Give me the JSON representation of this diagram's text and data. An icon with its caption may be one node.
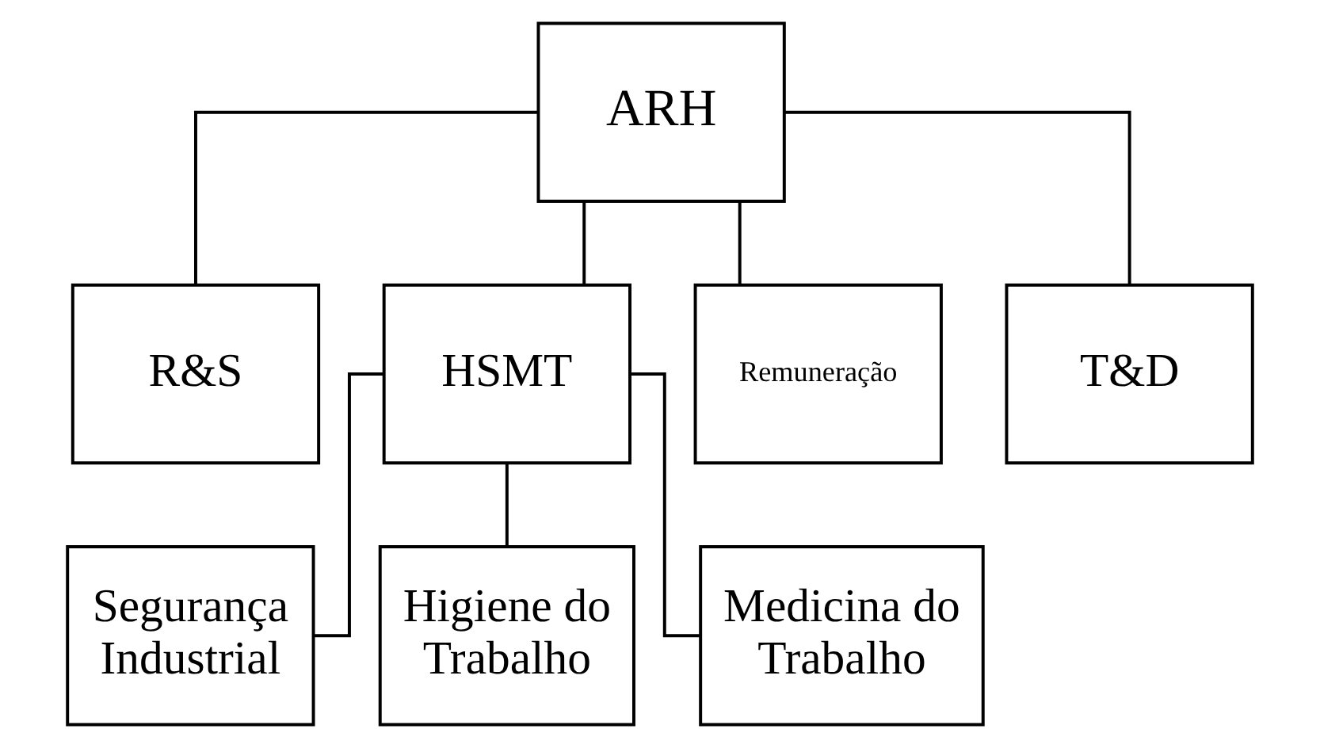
{
  "diagram": {
    "nodes": [
      {
        "text": [
          "ARH"
        ]
      },
      {
        "text": [
          "R&S"
        ]
      },
      {
        "text": [
          "HSMT"
        ]
      },
      {
        "text": [
          "Remuneração"
        ]
      },
      {
        "text": [
          "T&D"
        ]
      },
      {
        "text": [
          "Segurança Industrial"
        ]
      },
      {
        "text": [
          "Higiene do Trabalho"
        ]
      },
      {
        "text": [
          "Medicina do Trabalho"
        ]
      }
    ],
    "edges": [
      {
        "from": 0,
        "to": 1,
        "arrow": "none"
      },
      {
        "from": 0,
        "to": 2,
        "arrow": "none"
      },
      {
        "from": 0,
        "to": 3,
        "arrow": "none"
      },
      {
        "from": 0,
        "to": 4,
        "arrow": "none"
      },
      {
        "from": 2,
        "to": 5,
        "arrow": "none"
      },
      {
        "from": 2,
        "to": 6,
        "arrow": "none"
      },
      {
        "from": 2,
        "to": 7,
        "arrow": "none"
      }
    ]
  }
}
